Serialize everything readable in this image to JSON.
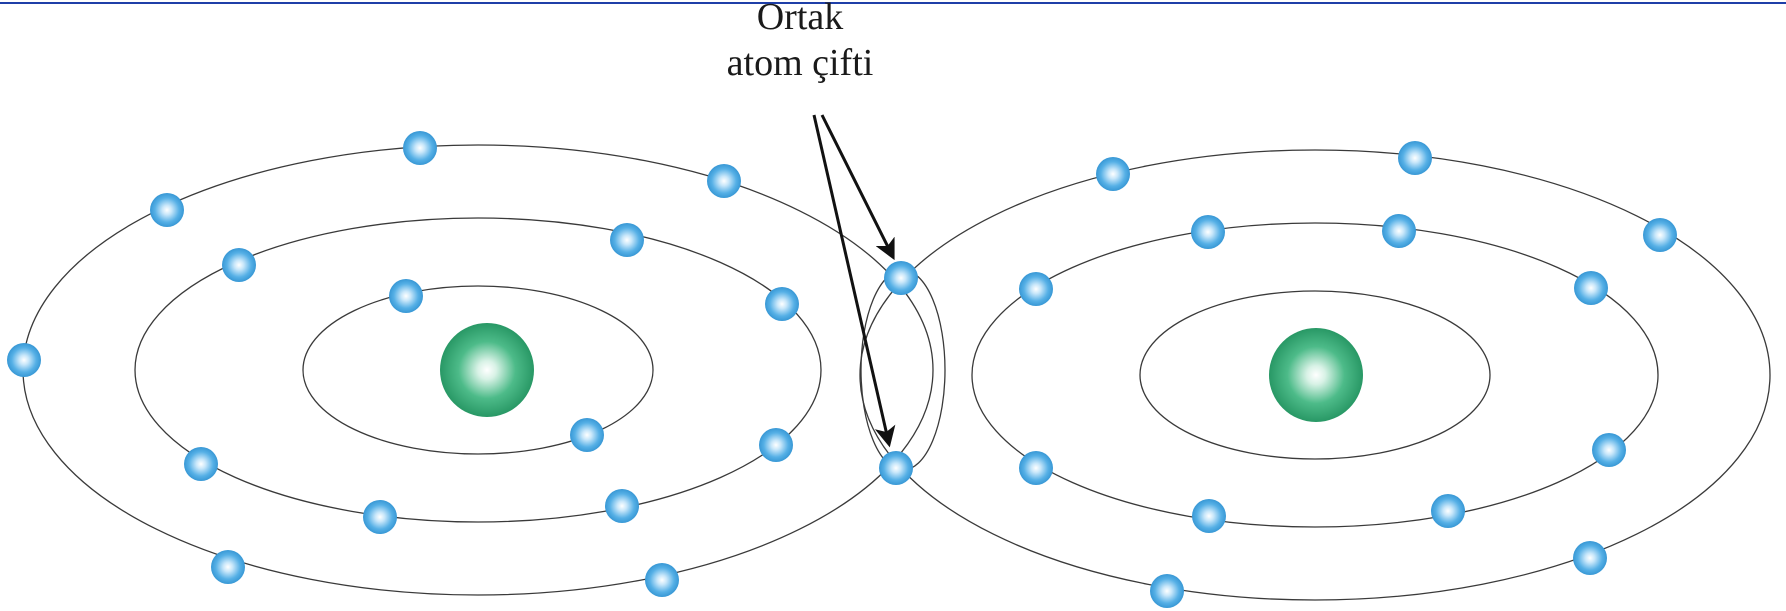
{
  "diagram": {
    "label_line1": "Ortak",
    "label_line2": "atom çifti",
    "colors": {
      "top_rule": "#1f3fa8",
      "nucleus": "#2fa874",
      "electron": "#4aa8e0",
      "orbit": "#3a3a3a",
      "arrow": "#111111"
    },
    "atoms": [
      {
        "name": "left-atom",
        "nucleus_icon": "green-sphere"
      },
      {
        "name": "right-atom",
        "nucleus_icon": "green-sphere"
      }
    ],
    "electron_icon": "blue-sphere"
  }
}
